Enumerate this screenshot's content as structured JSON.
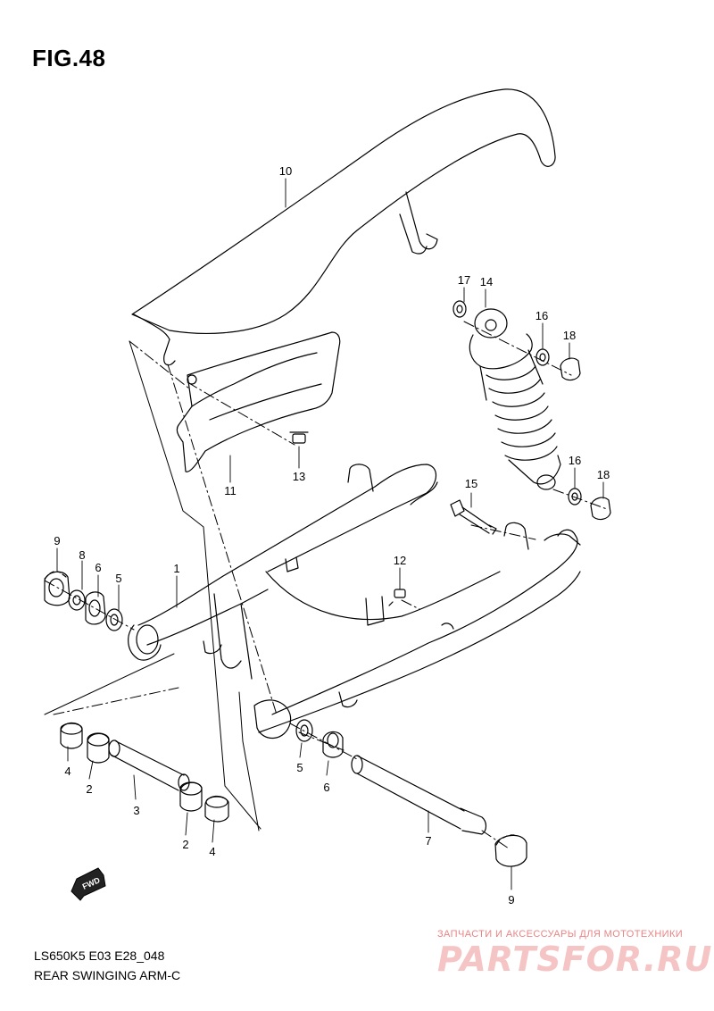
{
  "figure": {
    "title": "FIG.48"
  },
  "footer": {
    "code": "LS650K5 E03 E28_048",
    "caption": "REAR SWINGING ARM-C"
  },
  "fwd_icon_label": "FWD",
  "watermark": {
    "tagline": "ЗАПЧАСТИ И АКСЕССУАРЫ ДЛЯ МОТОТЕХНИКИ",
    "logo": "PARTSFOR.RU"
  },
  "callouts": [
    {
      "id": "c10",
      "label": "10"
    },
    {
      "id": "c17",
      "label": "17"
    },
    {
      "id": "c14",
      "label": "14"
    },
    {
      "id": "c16a",
      "label": "16"
    },
    {
      "id": "c18a",
      "label": "18"
    },
    {
      "id": "c13",
      "label": "13"
    },
    {
      "id": "c11",
      "label": "11"
    },
    {
      "id": "c16b",
      "label": "16"
    },
    {
      "id": "c18b",
      "label": "18"
    },
    {
      "id": "c15",
      "label": "15"
    },
    {
      "id": "c9a",
      "label": "9"
    },
    {
      "id": "c8",
      "label": "8"
    },
    {
      "id": "c6a",
      "label": "6"
    },
    {
      "id": "c5a",
      "label": "5"
    },
    {
      "id": "c1",
      "label": "1"
    },
    {
      "id": "c12",
      "label": "12"
    },
    {
      "id": "c4a",
      "label": "4"
    },
    {
      "id": "c2a",
      "label": "2"
    },
    {
      "id": "c3",
      "label": "3"
    },
    {
      "id": "c2b",
      "label": "2"
    },
    {
      "id": "c4b",
      "label": "4"
    },
    {
      "id": "c5b",
      "label": "5"
    },
    {
      "id": "c6b",
      "label": "6"
    },
    {
      "id": "c7",
      "label": "7"
    },
    {
      "id": "c9b",
      "label": "9"
    }
  ]
}
